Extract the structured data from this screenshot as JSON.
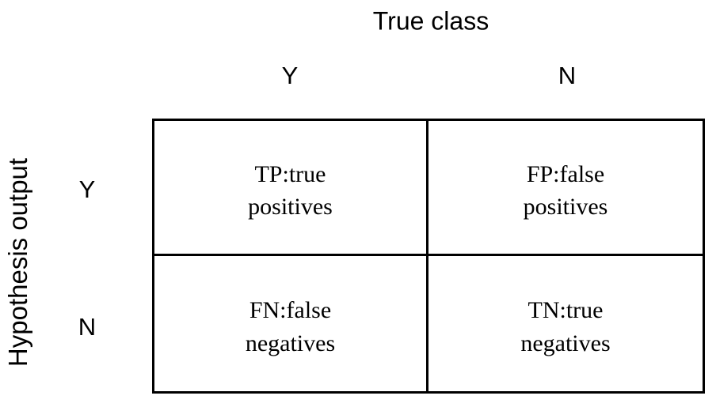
{
  "diagram": {
    "title": "True class",
    "y_axis_label": "Hypothesis output",
    "column_headers": [
      "Y",
      "N"
    ],
    "row_headers": [
      "Y",
      "N"
    ],
    "cells": [
      [
        "TP:true\npositives",
        "FP:false\npositives"
      ],
      [
        "FN:false\nnegatives",
        "TN:true\nnegatives"
      ]
    ],
    "colors": {
      "border": "#000000",
      "text": "#000000",
      "background": "#ffffff"
    }
  }
}
